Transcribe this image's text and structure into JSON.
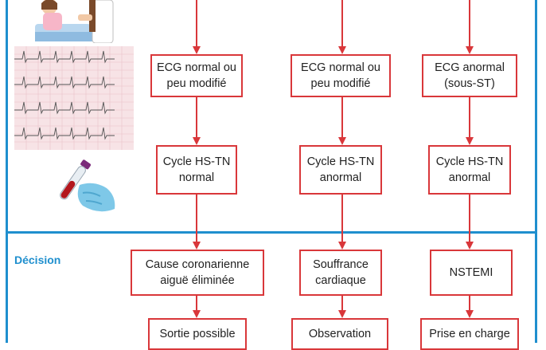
{
  "section_label": "Décision",
  "colors": {
    "frame": "#1f8fce",
    "node_border": "#d9373a",
    "arrow": "#d9373a"
  },
  "columns": [
    {
      "ecg": "ECG normal ou\npeu modifié",
      "troponin": "Cycle HS-TN\nnormal",
      "decision": "Cause coronarienne\naiguë éliminée",
      "outcome": "Sortie possible"
    },
    {
      "ecg": "ECG normal ou\npeu modifié",
      "troponin": "Cycle HS-TN\nanormal",
      "decision": "Souffrance\ncardiaque",
      "outcome": "Observation"
    },
    {
      "ecg": "ECG anormal\n(sous-ST)",
      "troponin": "Cycle HS-TN\nanormal",
      "decision": "NSTEMI",
      "outcome": "Prise en charge"
    }
  ],
  "illustrations": [
    "patient-with-doctor-illustration",
    "ecg-strip-illustration",
    "blood-sample-tube-illustration"
  ]
}
